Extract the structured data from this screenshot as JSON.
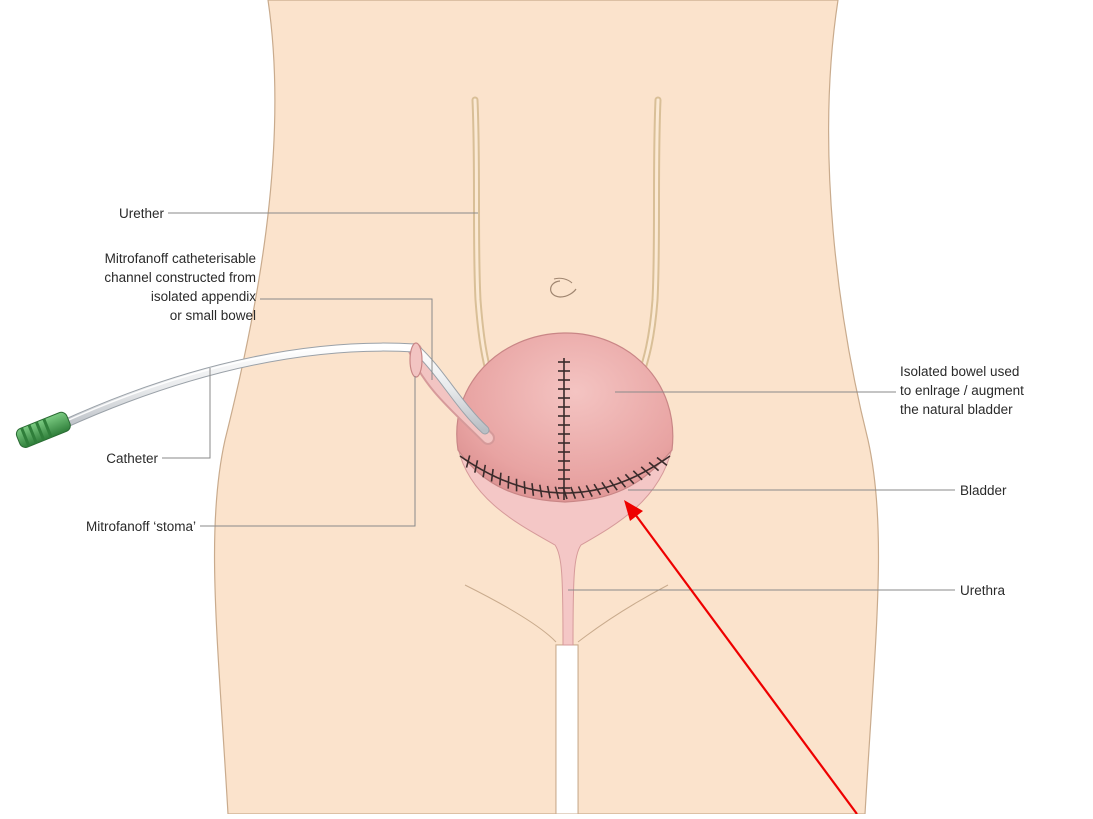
{
  "labels": {
    "urether": "Urether",
    "mitrofanoff_channel": [
      "Mitrofanoff catheterisable",
      "channel constructed from",
      "isolated appendix",
      "or small bowel"
    ],
    "catheter": "Catheter",
    "stoma": "Mitrofanoff ‘stoma’",
    "isolated_bowel": [
      "Isolated bowel used",
      "to enlrage / augment",
      "the natural bladder"
    ],
    "bladder": "Bladder",
    "urethra": "Urethra"
  },
  "colors": {
    "skin": "#fbe3cc",
    "skin_outline": "#c9ab8d",
    "bowel": "#ebaaa8",
    "bladder": "#f4c7c6",
    "suture": "#3a2b2b",
    "catheter_tip": "#3f9a4a",
    "annotation_arrow": "#ee0000"
  }
}
